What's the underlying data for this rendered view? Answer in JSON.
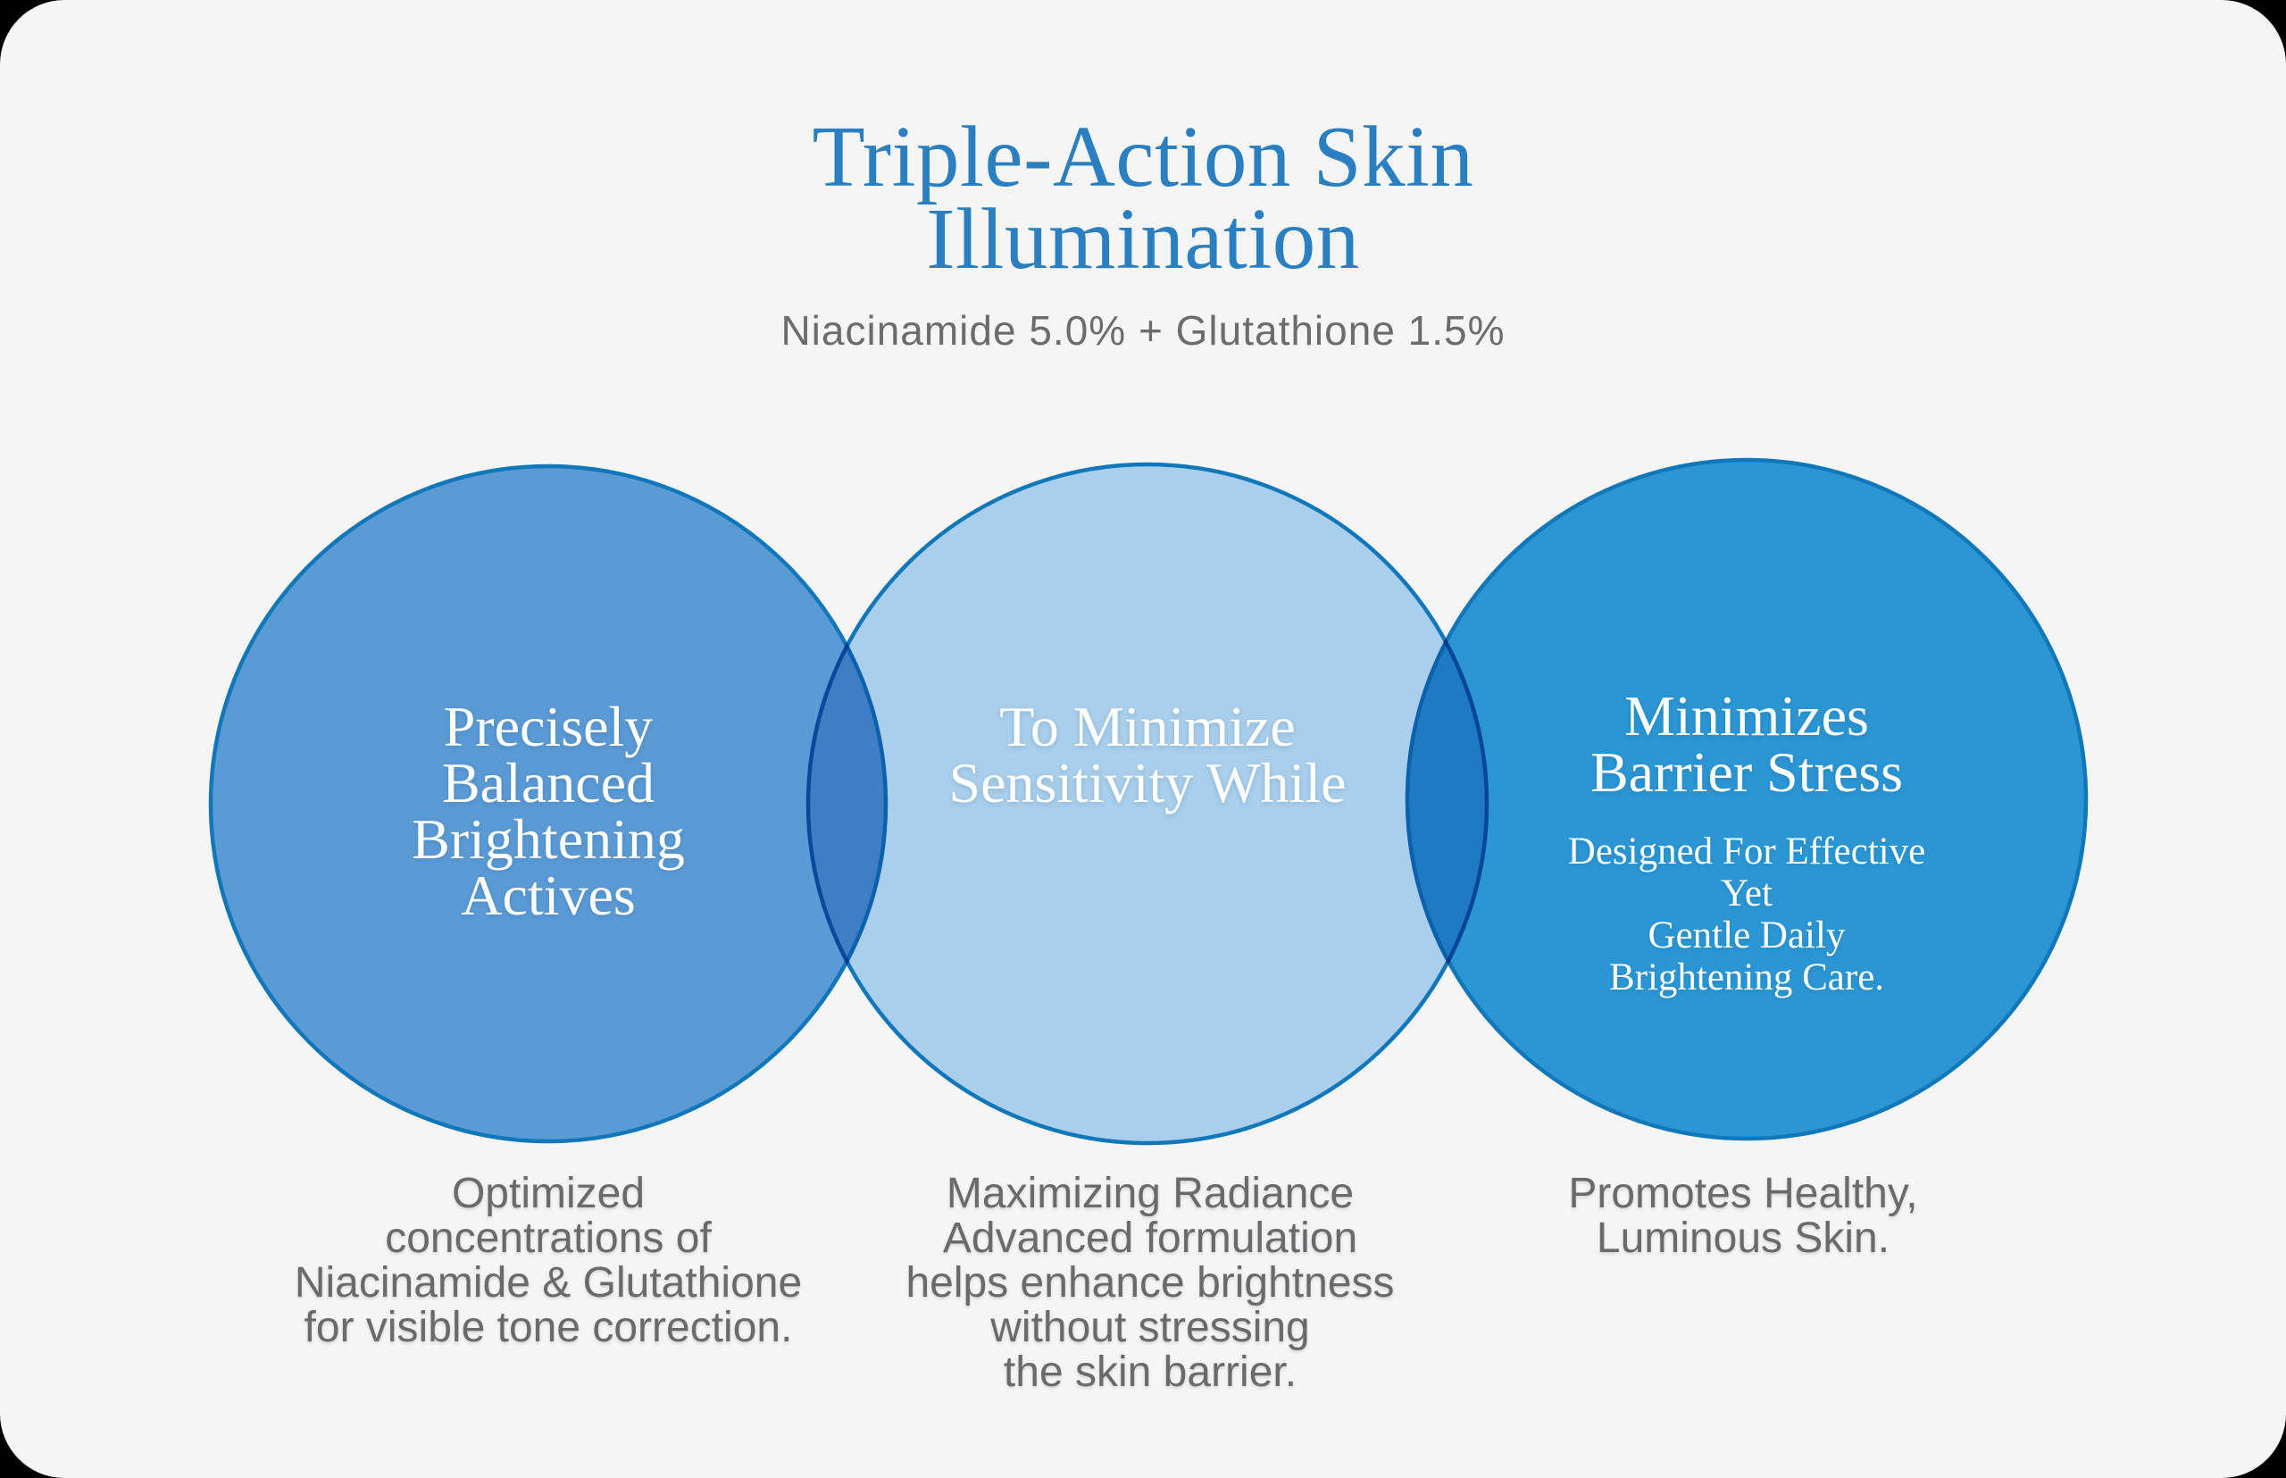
{
  "canvas": {
    "background": "#000000",
    "card_background": "#f5f5f6"
  },
  "header": {
    "title": "Triple-Action Skin\nIllumination",
    "title_color": "#2a7fc1",
    "subtitle": "Niacinamide 5.0% + Glutathione 1.5%",
    "subtitle_color": "#6b6c6e"
  },
  "venn": {
    "stroke_color": "#1177bb",
    "label_color": "#ffffff",
    "circles": [
      {
        "id": "brightening-actives",
        "fill": "#5b9bd5",
        "label": "Precisely\nBalanced\nBrightening\nActives"
      },
      {
        "id": "minimize-sensitivity",
        "fill": "#a9cfec",
        "label": "To Minimize\nSensitivity While"
      },
      {
        "id": "barrier-stress",
        "fill": "#2b96d3",
        "label": "Minimizes\nBarrier Stress",
        "sublabel": "Designed For Effective\nYet\nGentle Daily\nBrightening Care."
      }
    ]
  },
  "captions": [
    {
      "text": "Optimized\nconcentrations of\nNiacinamide & Glutathione\nfor visible tone correction.",
      "color": "#696a6c"
    },
    {
      "text": "Maximizing Radiance\nAdvanced formulation\nhelps enhance brightness\nwithout stressing\nthe skin barrier.",
      "color": "#696a6c"
    },
    {
      "text": "Promotes Healthy,\nLuminous Skin.",
      "color": "#696a6c"
    }
  ]
}
